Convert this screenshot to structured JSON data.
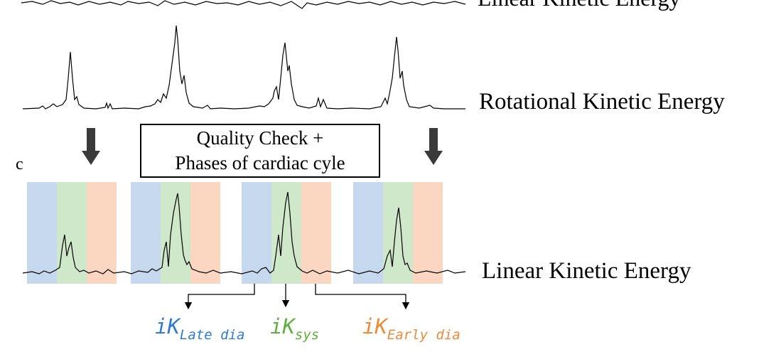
{
  "top_label_partial": "Linear Kinetic Energy",
  "rotational_label": "Rotational Kinetic Energy",
  "linear_label": "Linear Kinetic Energy",
  "panel_letter": "c",
  "box_text": {
    "line1": "Quality Check +",
    "line2": "Phases of cardiac cyle"
  },
  "phase_colors": {
    "late_dia": "#c5d8ee",
    "sys": "#cfe8c9",
    "early_dia": "#fbd6c1"
  },
  "legend": {
    "late": {
      "base": "iK",
      "sub": "Late dia",
      "color": "#2f7bd0"
    },
    "sys": {
      "base": "iK",
      "sub": "sys",
      "color": "#5fb040"
    },
    "early": {
      "base": "iK",
      "sub": "Early dia",
      "color": "#ef8a36"
    }
  }
}
